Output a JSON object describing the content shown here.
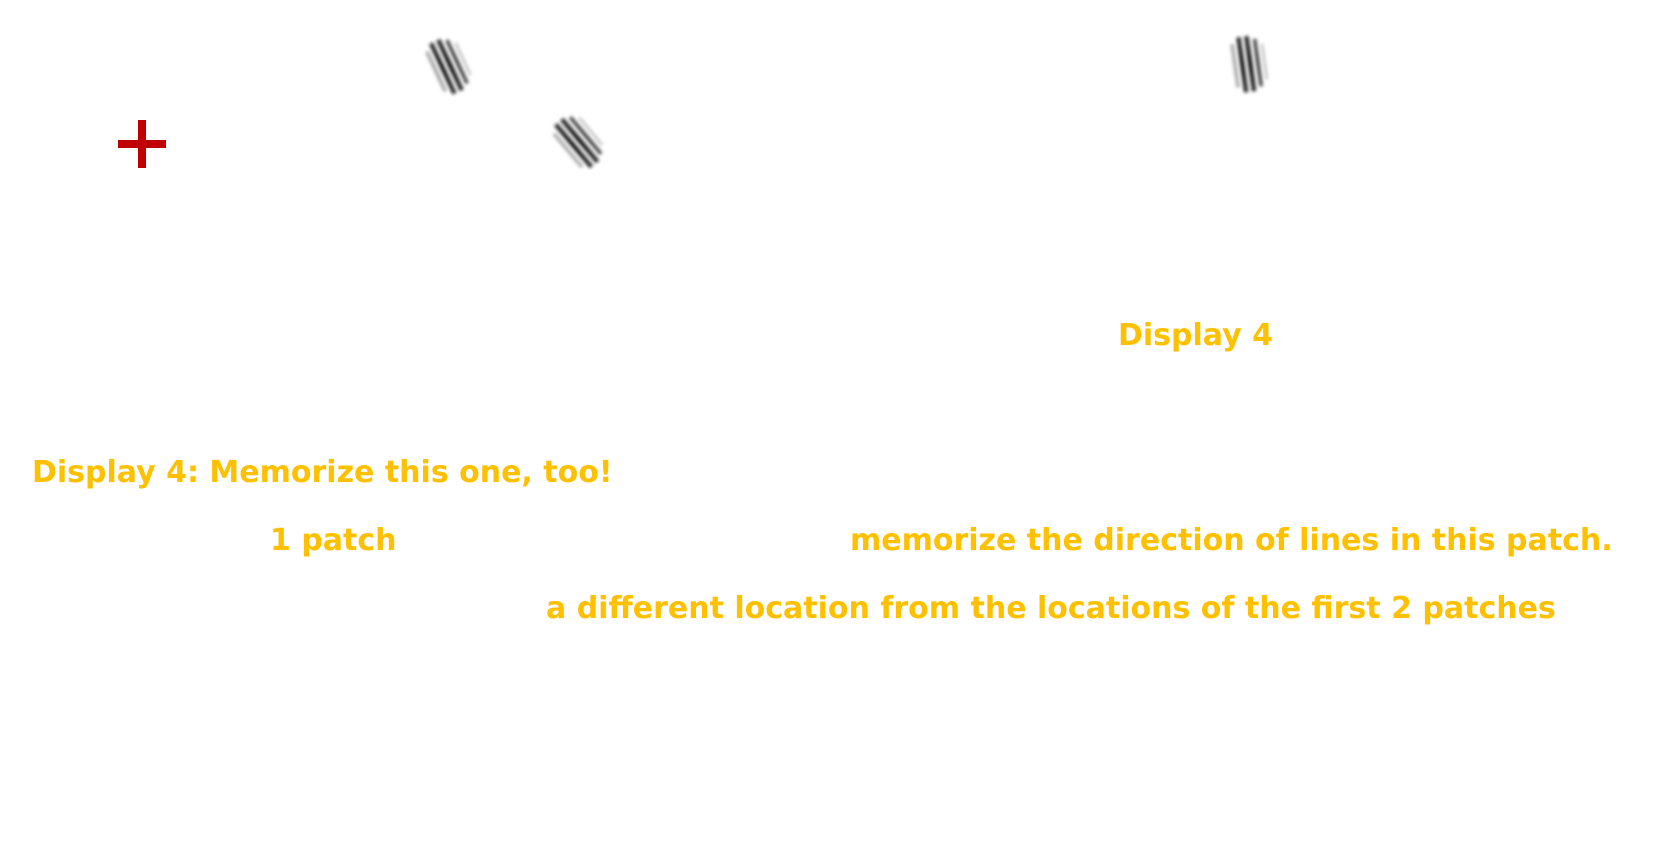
{
  "display": {
    "title": "Display 4",
    "fixation_icon": "fixation-cross-icon",
    "fixation_color": "#c00000",
    "text_color": "#ffc000",
    "patch_icon": "gabor-patch-icon"
  },
  "instructions": {
    "heading": "Display 4: Memorize this one, too!",
    "count": "1 patch",
    "memorize": "memorize the direction of lines in this patch.",
    "location": "a different location from the locations of the first 2 patches"
  }
}
